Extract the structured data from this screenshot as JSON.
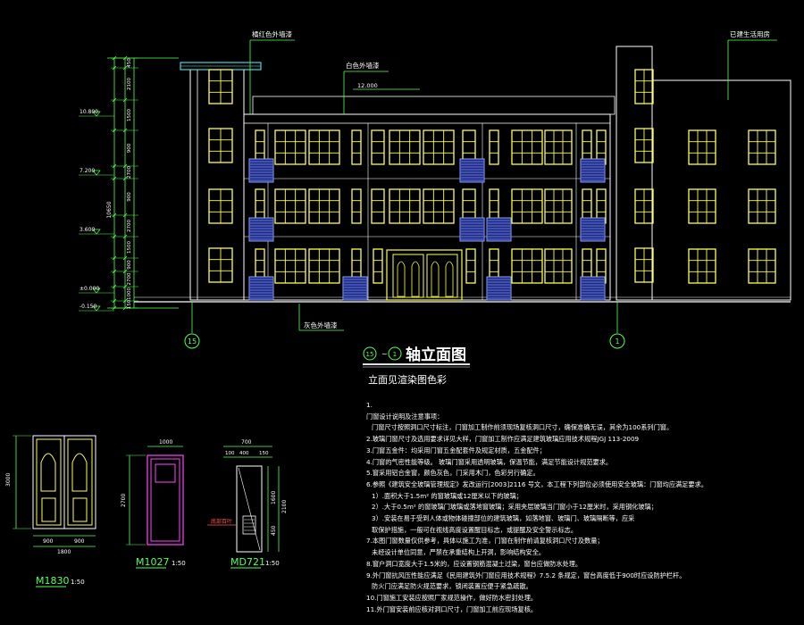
{
  "title": {
    "axis_from": "15",
    "axis_to": "1",
    "separator": "~",
    "name": "轴立面图",
    "subtitle": "立面见渲染图色彩"
  },
  "callouts": {
    "red_wall": "橘红色外墙漆",
    "white_wall": "白色外墙漆",
    "existing": "已建生活用房",
    "gray_wall": "灰色外墙漆"
  },
  "axes": {
    "left": "15",
    "right": "1"
  },
  "elevations": [
    "10.800",
    "7.200",
    "3.600",
    "±0.000",
    "-0.150"
  ],
  "roof_level": "12.000",
  "total_height": "10650",
  "dims_vertical": [
    "450",
    "2100",
    "1500",
    "900",
    "2700",
    "900",
    "2700",
    "1500",
    "900",
    "2700",
    "1000",
    "150"
  ],
  "doors": [
    {
      "label": "M1830",
      "scale": "1:50",
      "width": "1800",
      "leaf_w": [
        "900",
        "900"
      ],
      "height": "3000"
    },
    {
      "label": "M1027",
      "scale": "1:50",
      "width": "1000",
      "height": "2700"
    },
    {
      "label": "MD721",
      "scale": "1:50",
      "dims_top": [
        "700",
        "100",
        "400",
        "150"
      ],
      "dims_side": [
        "1600",
        "2100",
        "450"
      ],
      "louver": "底部百叶"
    }
  ],
  "notes": [
    "1.",
    "门窗设计说明及注意事项：",
    "门窗尺寸按照洞口尺寸标注，门窗加工制作前须现场复核洞口尺寸，确保准确无误，其余为100系列门窗。",
    "2.玻璃门窗尺寸及选用要求详见大样，门窗加工制作应满足建筑玻璃应用技术规程JGJ 113-2009",
    "3.门窗五金件：均采用门窗五金配套件及规定材质，五金配件；",
    "4.门窗的气密性能等级。    玻璃门窗采用透明玻璃，保温节能，满足节能设计规范要求。",
    "5.窗采用铝合金窗，颜色灰色，门采用木门，色彩另行确定。",
    "6.参照《建筑安全玻璃管理规定》发改运行[2003]2116 号文，本工程下列部位必须使用安全玻璃：门窗均应满足要求。",
    "1）.面积大于1.5m²  的窗玻璃或12厘米以下的玻璃；",
    "2）.大于0.5m²  的窗玻璃门玻璃或落地窗玻璃；采用夹层玻璃当门窗小于12厘米时，采用钢化玻璃；",
    "3）.安装在易于受到人体或物体碰撞部位的建筑玻璃，如落地窗、玻璃门、玻璃隔断等，应采",
    "取保护措施，一般可在视线高度设置醒目标志，或提醒及安全警示标志。",
    "7.本图门窗数量仅供参考，具体以施工为准，门窗在制作前请复核洞口尺寸及数量；",
    "未经设计单位同意，严禁在承重结构上开洞，影响结构安全。",
    "8.窗户洞口宽度大于1.5米的，应设置钢筋混凝土过梁，窗台应做防水处理。",
    "9.外门窗抗风压性能应满足《民用建筑外门窗应用技术规程》7.5.2 条规定，窗台高度低于900时应设防护栏杆。",
    "防火门应满足防火规范要求，锁闭装置应便于紧急疏散。",
    "10.门窗施工安装应按照厂家规范操作，做好防水密封处理。",
    "11.外门窗安装前应核对洞口尺寸，门窗加工前应现场复核。"
  ]
}
